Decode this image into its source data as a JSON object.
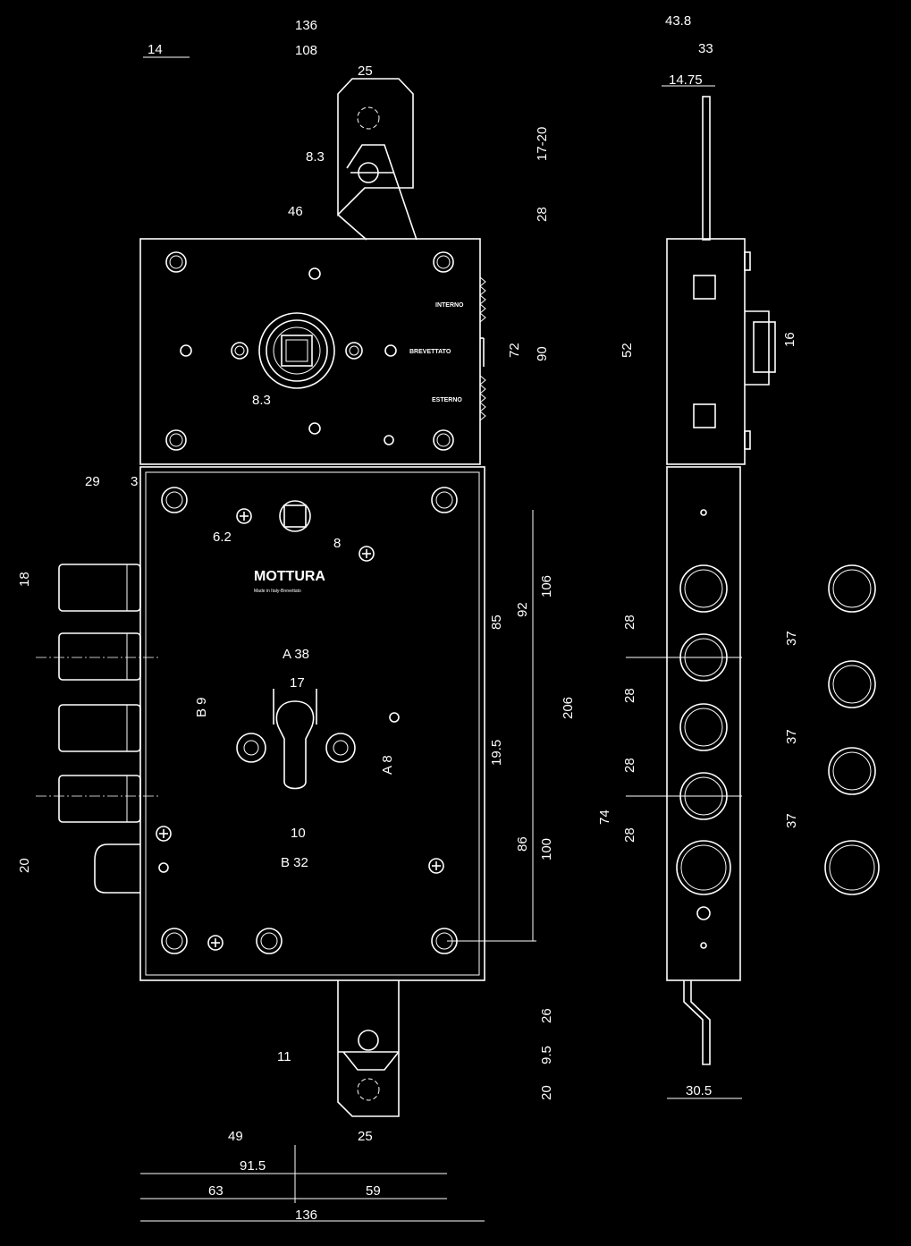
{
  "dimensions": {
    "top_width": "136",
    "top_offset": "14",
    "top_inner": "108",
    "keeper_width_top": "25",
    "hole_diameter_top": "8.3",
    "keeper_offset": "46",
    "keeper_height_a": "17-20",
    "keeper_height_b": "28",
    "spindle_square": "8.3",
    "handle_center_a": "72",
    "handle_center_b": "90",
    "handle_side": "52",
    "side_depth_total": "43.8",
    "side_depth_inner": "33",
    "side_bar_offset": "14.75",
    "side_plate_thickness": "16",
    "bolt_projection": "29",
    "bolt_gap": "3",
    "bolt_diameter": "18",
    "hole_diameter_small": "6.2",
    "square_spindle": "8",
    "v85": "85",
    "v92": "92",
    "v106": "106",
    "v206": "206",
    "v19_5": "19.5",
    "v86": "86",
    "v100": "100",
    "cyl_a": "A 38",
    "cyl_17": "17",
    "cyl_b9": "B 9",
    "cyl_a8": "A 8",
    "cyl_10": "10",
    "cyl_b32": "B 32",
    "latch_diameter": "20",
    "pitch_a": "28",
    "pitch_b": "28",
    "pitch_c": "28",
    "pitch_d": "28",
    "span_74": "74",
    "pitch_37_a": "37",
    "pitch_37_b": "37",
    "pitch_37_c": "37",
    "bottom_26": "26",
    "bottom_9_5": "9.5",
    "bottom_20": "20",
    "bottom_11": "11",
    "bottom_49": "49",
    "keeper_width_bottom": "25",
    "bottom_91_5": "91.5",
    "bottom_63": "63",
    "bottom_59": "59",
    "bottom_136": "136",
    "side_bottom_30_5": "30.5"
  },
  "labels": {
    "interno": "INTERNO",
    "brevettato": "BREVETTATO",
    "esterno": "ESTERNO",
    "brand": "MOTTURA",
    "tagline": "Made in Italy-Brevettato"
  }
}
